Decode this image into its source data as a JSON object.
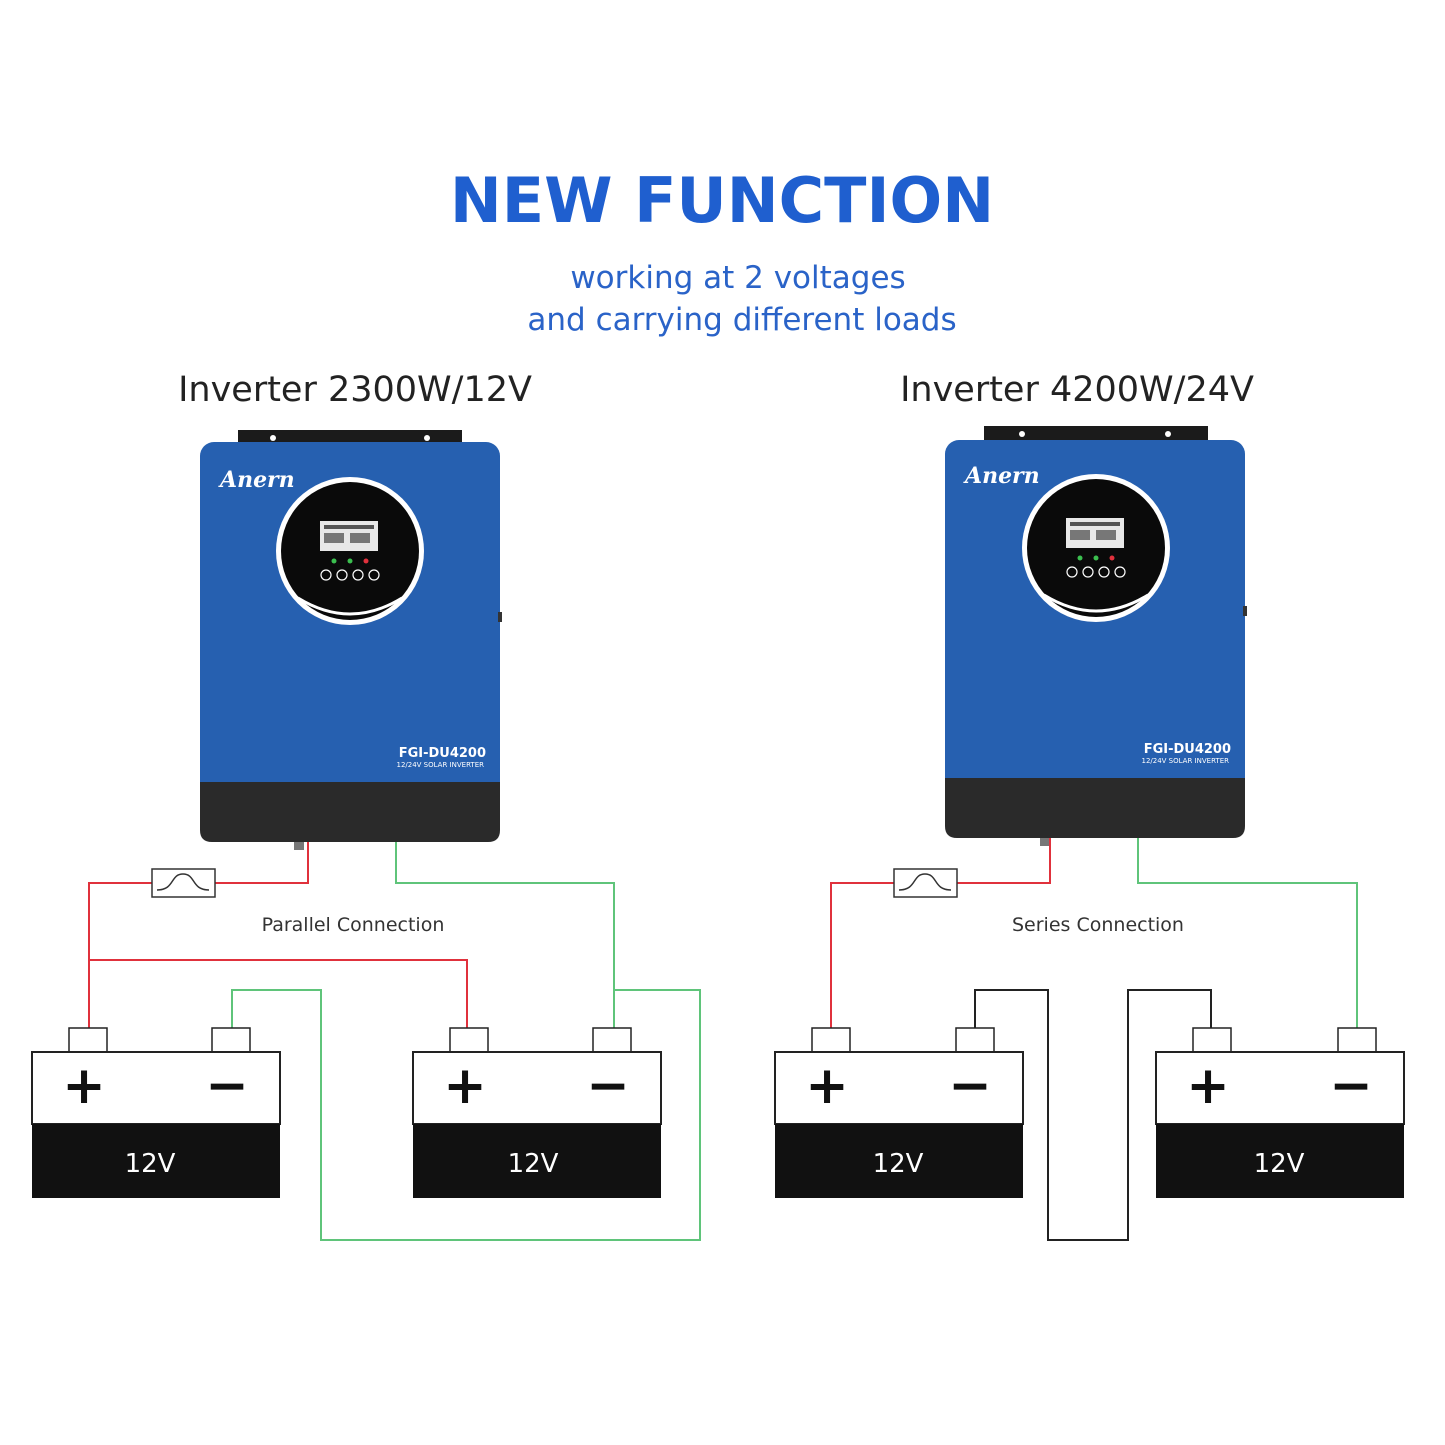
{
  "header": {
    "title": "NEW FUNCTION",
    "subtitle_line1": "working at 2 voltages",
    "subtitle_line2": "and carrying different loads"
  },
  "colors": {
    "accent_blue": "#1f5fcf",
    "inverter_body": "#2660b0",
    "inverter_base": "#2a2a2a",
    "positive_wire": "#e0313c",
    "negative_wire": "#5fc47a",
    "link_wire": "#222222"
  },
  "left": {
    "inverter_label": "Inverter 2300W/12V",
    "brand": "Anern",
    "model": "FGI-DU4200",
    "model_sub": "12/24V SOLAR INVERTER",
    "connection_label": "Parallel Connection",
    "batteries": [
      {
        "plus": "+",
        "minus": "−",
        "voltage": "12V"
      },
      {
        "plus": "+",
        "minus": "−",
        "voltage": "12V"
      }
    ]
  },
  "right": {
    "inverter_label": "Inverter 4200W/24V",
    "brand": "Anern",
    "model": "FGI-DU4200",
    "model_sub": "12/24V SOLAR INVERTER",
    "connection_label": "Series Connection",
    "batteries": [
      {
        "plus": "+",
        "minus": "−",
        "voltage": "12V"
      },
      {
        "plus": "+",
        "minus": "−",
        "voltage": "12V"
      }
    ]
  }
}
